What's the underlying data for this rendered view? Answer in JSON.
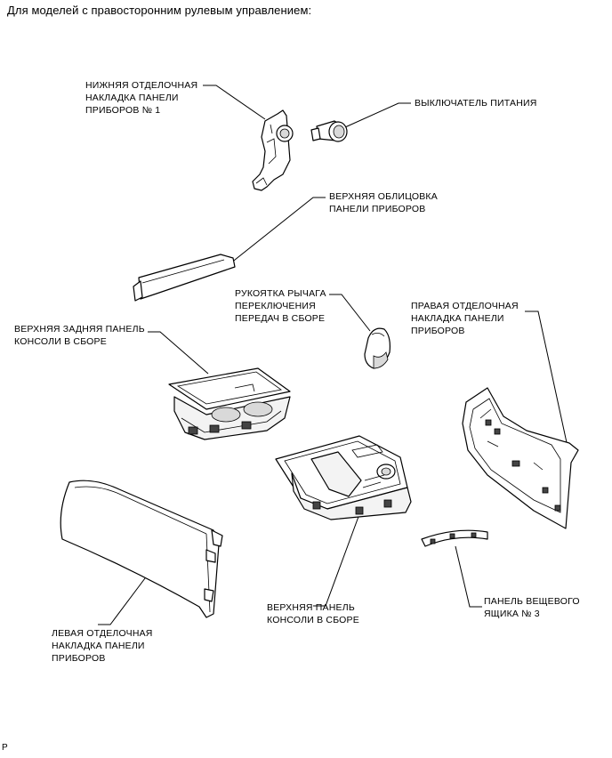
{
  "header": "Для моделей с правосторонним рулевым управлением:",
  "footer": "P",
  "labels": {
    "lower_finish_panel": "НИЖНЯЯ ОТДЕЛОЧНАЯ\nНАКЛАДКА ПАНЕЛИ\nПРИБОРОВ № 1",
    "power_switch": "ВЫКЛЮЧАТЕЛЬ ПИТАНИЯ",
    "upper_panel_cover": "ВЕРХНЯЯ ОБЛИЦОВКА\nПАНЕЛИ ПРИБОРОВ",
    "shift_knob": "РУКОЯТКА РЫЧАГА\nПЕРЕКЛЮЧЕНИЯ\nПЕРЕДАЧ В СБОРЕ",
    "right_finish_panel": "ПРАВАЯ ОТДЕЛОЧНАЯ\nНАКЛАДКА ПАНЕЛИ\nПРИБОРОВ",
    "rear_console_panel": "ВЕРХНЯЯ ЗАДНЯЯ ПАНЕЛЬ\nКОНСОЛИ В СБОРЕ",
    "upper_console_panel": "ВЕРХНЯЯ ПАНЕЛЬ\nКОНСОЛИ В СБОРЕ",
    "box_panel": "ПАНЕЛЬ ВЕЩЕВОГО\nЯЩИКА № 3",
    "left_finish_panel": "ЛЕВАЯ ОТДЕЛОЧНАЯ\nНАКЛАДКА ПАНЕЛИ\nПРИБОРОВ"
  }
}
